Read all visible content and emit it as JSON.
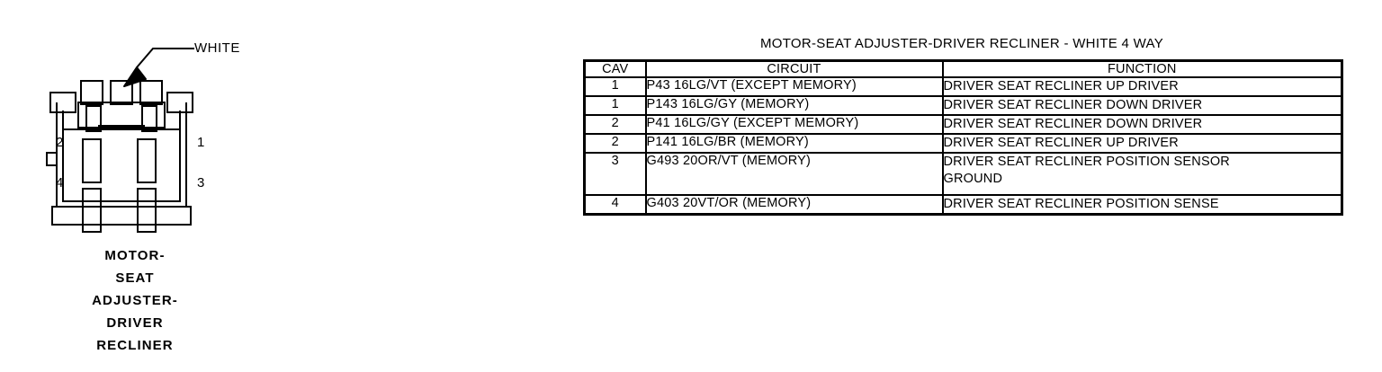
{
  "connector": {
    "wire_color_label": "WHITE",
    "pins": [
      {
        "id": "2",
        "position": "left-top"
      },
      {
        "id": "1",
        "position": "right-top"
      },
      {
        "id": "4",
        "position": "left-bottom"
      },
      {
        "id": "3",
        "position": "right-bottom"
      }
    ],
    "caption_lines": [
      "MOTOR-",
      "SEAT",
      "ADJUSTER-",
      "DRIVER",
      "RECLINER"
    ]
  },
  "table": {
    "title": "MOTOR-SEAT ADJUSTER-DRIVER RECLINER - WHITE 4 WAY",
    "columns": [
      "CAV",
      "CIRCUIT",
      "FUNCTION"
    ],
    "rows": [
      {
        "cav": "1",
        "circuit": "P43 16LG/VT (EXCEPT MEMORY)",
        "function_lines": [
          "DRIVER SEAT RECLINER UP DRIVER"
        ]
      },
      {
        "cav": "1",
        "circuit": "P143 16LG/GY (MEMORY)",
        "function_lines": [
          "DRIVER SEAT RECLINER DOWN DRIVER"
        ]
      },
      {
        "cav": "2",
        "circuit": "P41 16LG/GY (EXCEPT MEMORY)",
        "function_lines": [
          "DRIVER SEAT RECLINER DOWN DRIVER"
        ]
      },
      {
        "cav": "2",
        "circuit": "P141 16LG/BR (MEMORY)",
        "function_lines": [
          "DRIVER SEAT RECLINER UP DRIVER"
        ]
      },
      {
        "cav": "3",
        "circuit": "G493 20OR/VT (MEMORY)",
        "function_lines": [
          "DRIVER SEAT RECLINER POSITION SENSOR",
          "GROUND"
        ]
      },
      {
        "cav": "4",
        "circuit": "G403 20VT/OR (MEMORY)",
        "function_lines": [
          "DRIVER SEAT RECLINER POSITION SENSE"
        ]
      }
    ]
  },
  "colors": {
    "ink": "#000000",
    "background": "#ffffff"
  }
}
